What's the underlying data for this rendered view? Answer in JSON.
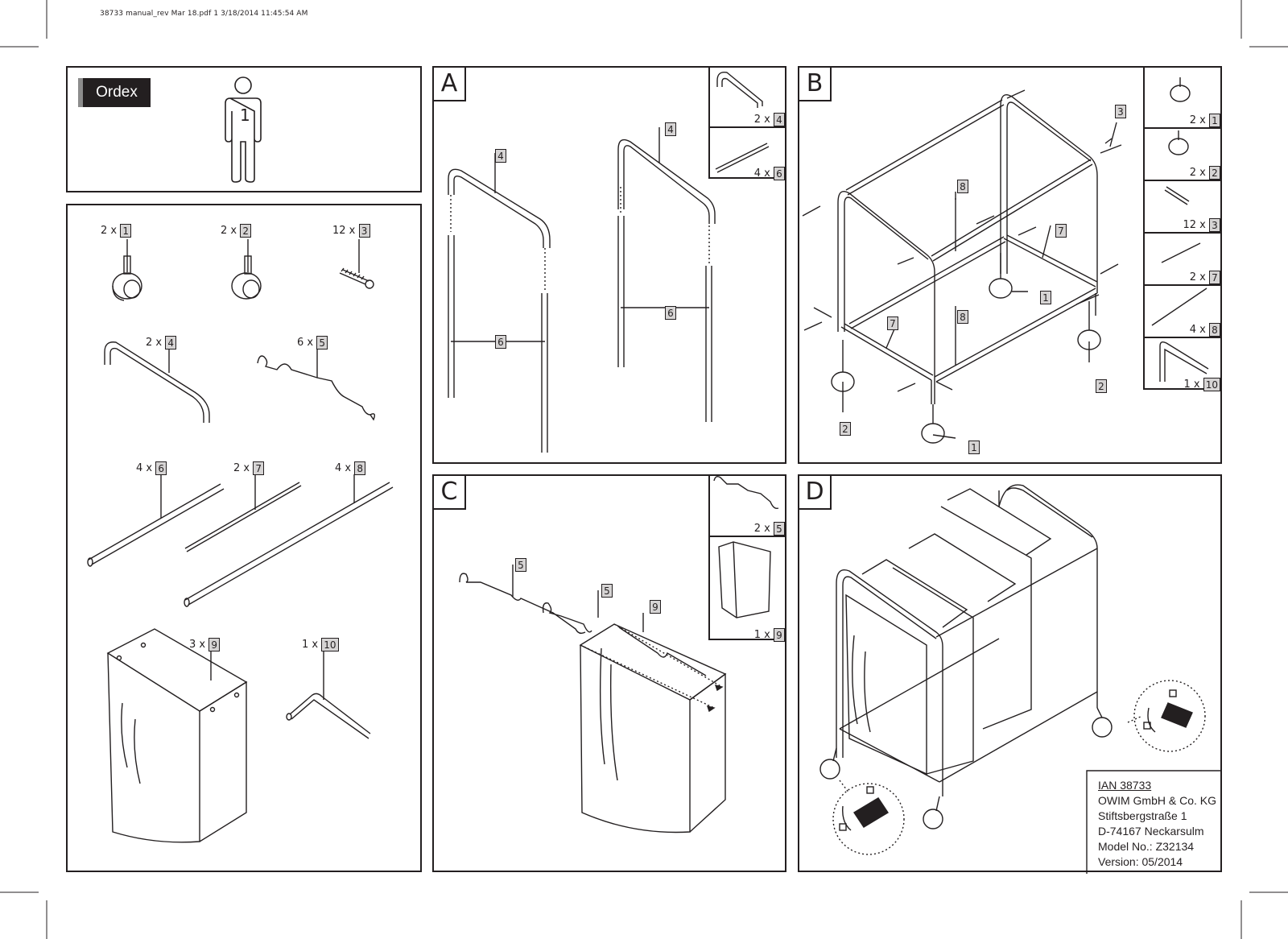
{
  "header": {
    "file_info": "38733 manual_rev Mar 18.pdf   1   3/18/2014   11:45:54 AM"
  },
  "brand": {
    "logo_text": "Ordex",
    "persons": "1"
  },
  "parts_list": [
    {
      "count": "2 x",
      "num": "1"
    },
    {
      "count": "2 x",
      "num": "2"
    },
    {
      "count": "12 x",
      "num": "3"
    },
    {
      "count": "2 x",
      "num": "4"
    },
    {
      "count": "6 x",
      "num": "5"
    },
    {
      "count": "4 x",
      "num": "6"
    },
    {
      "count": "2 x",
      "num": "7"
    },
    {
      "count": "4 x",
      "num": "8"
    },
    {
      "count": "3 x",
      "num": "9"
    },
    {
      "count": "1 x",
      "num": "10"
    }
  ],
  "panels": {
    "a": {
      "letter": "A",
      "labels": [
        "4",
        "4",
        "6",
        "6"
      ],
      "inset": [
        {
          "count": "2 x",
          "num": "4"
        },
        {
          "count": "4 x",
          "num": "6"
        }
      ]
    },
    "b": {
      "letter": "B",
      "labels": [
        "3",
        "8",
        "7",
        "8",
        "7",
        "1",
        "2",
        "2",
        "1"
      ],
      "inset": [
        {
          "count": "2 x",
          "num": "1"
        },
        {
          "count": "2 x",
          "num": "2"
        },
        {
          "count": "12 x",
          "num": "3"
        },
        {
          "count": "2 x",
          "num": "7"
        },
        {
          "count": "4 x",
          "num": "8"
        },
        {
          "count": "1 x",
          "num": "10"
        }
      ]
    },
    "c": {
      "letter": "C",
      "labels": [
        "5",
        "5",
        "9"
      ],
      "inset": [
        {
          "count": "2 x",
          "num": "5"
        },
        {
          "count": "1 x",
          "num": "9"
        }
      ]
    },
    "d": {
      "letter": "D"
    }
  },
  "address": {
    "ian": "IAN 38733",
    "company": "OWIM GmbH & Co. KG",
    "street": "Stiftsbergstraße 1",
    "city": "D-74167 Neckarsulm",
    "model": "Model No.: Z32134",
    "version": "Version: 05/2014"
  }
}
